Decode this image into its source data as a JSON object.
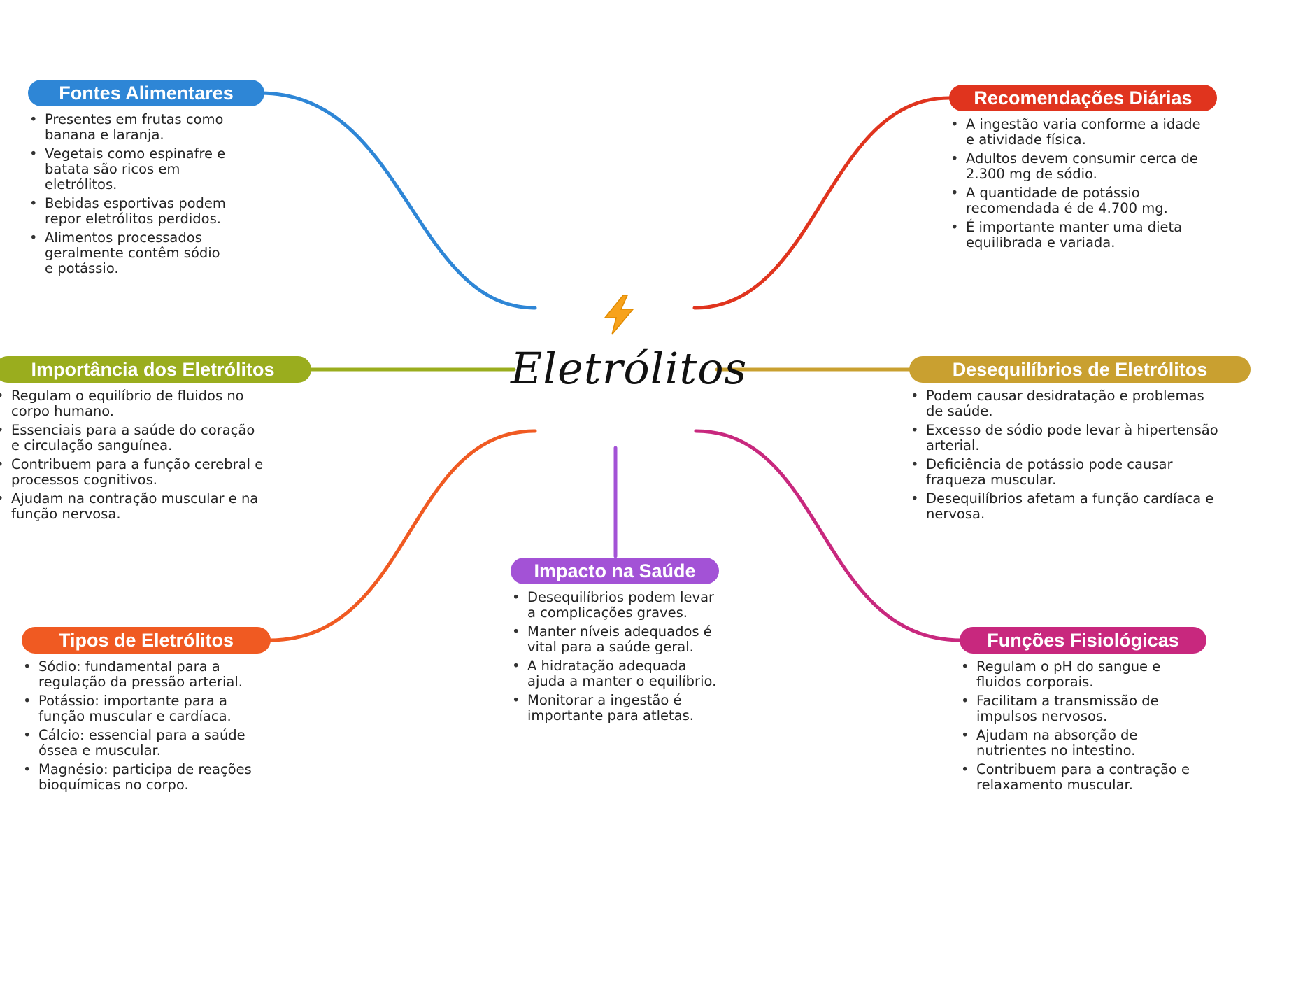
{
  "center": {
    "title": "Eletrólitos",
    "icon": "lightning-bolt-icon"
  },
  "branches": [
    {
      "id": "fontes",
      "label": "Fontes Alimentares",
      "color": "#2e86d6",
      "items": [
        "Presentes em frutas como banana e laranja.",
        "Vegetais como espinafre e batata são ricos em eletrólitos.",
        "Bebidas esportivas podem repor eletrólitos perdidos.",
        "Alimentos processados geralmente contêm sódio e potássio."
      ]
    },
    {
      "id": "recomendacoes",
      "label": "Recomendações Diárias",
      "color": "#e0341e",
      "items": [
        "A ingestão varia conforme a idade e atividade física.",
        "Adultos devem consumir cerca de 2.300 mg de sódio.",
        "A quantidade de potássio recomendada é de 4.700 mg.",
        "É importante manter uma dieta equilibrada e variada."
      ]
    },
    {
      "id": "importancia",
      "label": "Importância dos Eletrólitos",
      "color": "#9aad1e",
      "items": [
        "Regulam o equilíbrio de fluidos no corpo humano.",
        "Essenciais para a saúde do coração e circulação sanguínea.",
        "Contribuem para a função cerebral e processos cognitivos.",
        "Ajudam na contração muscular e na função nervosa."
      ]
    },
    {
      "id": "desequilibrios",
      "label": "Desequilíbrios de Eletrólitos",
      "color": "#c9a030",
      "items": [
        "Podem causar desidratação e problemas de saúde.",
        "Excesso de sódio pode levar à hipertensão arterial.",
        "Deficiência de potássio pode causar fraqueza muscular.",
        "Desequilíbrios afetam a função cardíaca e nervosa."
      ]
    },
    {
      "id": "impacto",
      "label": "Impacto na Saúde",
      "color": "#a352d6",
      "items": [
        "Desequilíbrios podem levar a complicações graves.",
        "Manter níveis adequados é vital para a saúde geral.",
        "A hidratação adequada ajuda a manter o equilíbrio.",
        "Monitorar a ingestão é importante para atletas."
      ]
    },
    {
      "id": "tipos",
      "label": "Tipos de Eletrólitos",
      "color": "#f05a22",
      "items": [
        "Sódio: fundamental para a regulação da pressão arterial.",
        "Potássio: importante para a função muscular e cardíaca.",
        "Cálcio: essencial para a saúde óssea e muscular.",
        "Magnésio: participa de reações bioquímicas no corpo."
      ]
    },
    {
      "id": "funcoes",
      "label": "Funções Fisiológicas",
      "color": "#c8287e",
      "items": [
        "Regulam o pH do sangue e fluidos corporais.",
        "Facilitam a transmissão de impulsos nervosos.",
        "Ajudam na absorção de nutrientes no intestino.",
        "Contribuem para a contração e relaxamento muscular."
      ]
    }
  ]
}
